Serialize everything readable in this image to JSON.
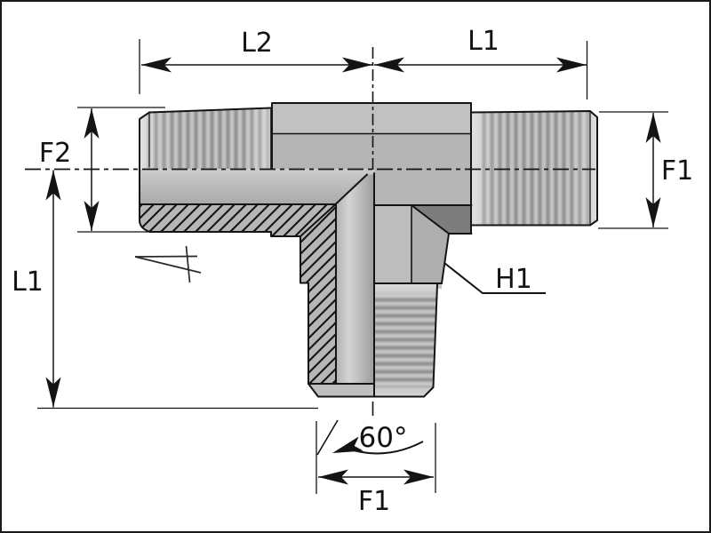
{
  "figure": {
    "kind": "technical-drawing",
    "component": "tee fitting, half-section view",
    "labels": {
      "l2": "L2",
      "l1_top": "L1",
      "f2": "F2",
      "l1_left": "L1",
      "f1_right": "F1",
      "h1": "H1",
      "angle": "60°",
      "f1_bottom": "F1"
    },
    "colors": {
      "background": "#ffffff",
      "outline": "#141414",
      "text": "#121212",
      "metal_light": "#c6c6c6",
      "metal_mid": "#b6b6b6",
      "metal_dark": "#7d7d7d",
      "thread_dark": "#8e8e8e",
      "thread_light": "#c5c5c5",
      "hatch_line": "#141414"
    }
  }
}
